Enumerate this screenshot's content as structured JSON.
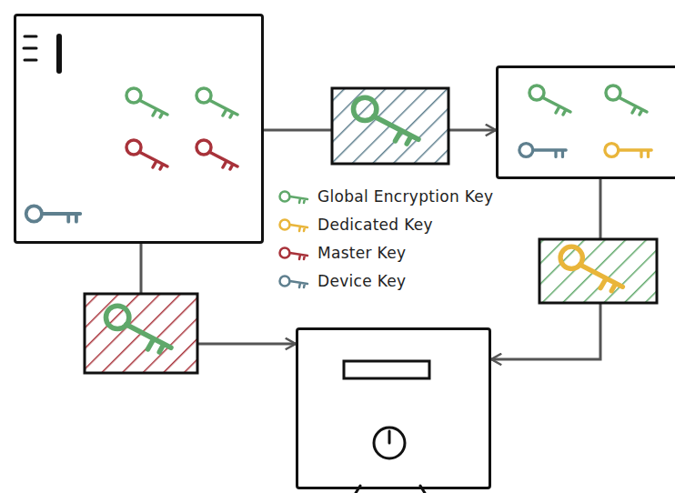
{
  "diagram": {
    "nodes": [
      {
        "text": []
      },
      {
        "text": []
      },
      {
        "text": []
      }
    ],
    "edges": [
      {
        "from": 0,
        "to": 1,
        "arrow": "to"
      },
      {
        "from": 1,
        "to": 2,
        "arrow": "to"
      },
      {
        "from": 0,
        "to": 2,
        "arrow": "to"
      }
    ],
    "legend": [
      {
        "text": "Global Encryption Key",
        "color": "#5fa86a"
      },
      {
        "text": "Dedicated Key",
        "color": "#e9b53a"
      },
      {
        "text": "Master Key",
        "color": "#a8323a"
      },
      {
        "text": "Device Key",
        "color": "#5e7f8e"
      }
    ]
  }
}
